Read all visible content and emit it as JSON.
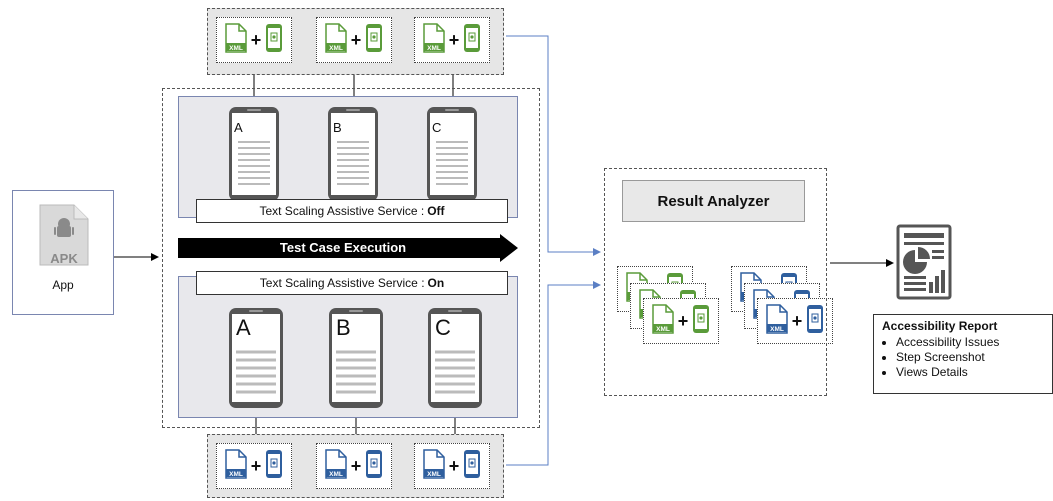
{
  "app": {
    "badge": "APK",
    "label": "App"
  },
  "execution": {
    "top_service_label": "Text Scaling Assistive Service :",
    "top_service_state": "Off",
    "arrow_label": "Test Case Execution",
    "bottom_service_label": "Text Scaling Assistive Service  :",
    "bottom_service_state": "On"
  },
  "devices": {
    "top": [
      "A",
      "B",
      "C"
    ],
    "bottom": [
      "A",
      "B",
      "C"
    ]
  },
  "artifacts": {
    "xml_tag": "XML",
    "plus": "+"
  },
  "analyzer": {
    "title": "Result Analyzer"
  },
  "report": {
    "title": "Accessibility Report",
    "items": [
      "Accessibility Issues",
      "Step Screenshot",
      "Views Details"
    ]
  },
  "colors": {
    "green": "#5a9b3a",
    "blue": "#2f5f9e",
    "line_blue": "#5b7fc4"
  }
}
